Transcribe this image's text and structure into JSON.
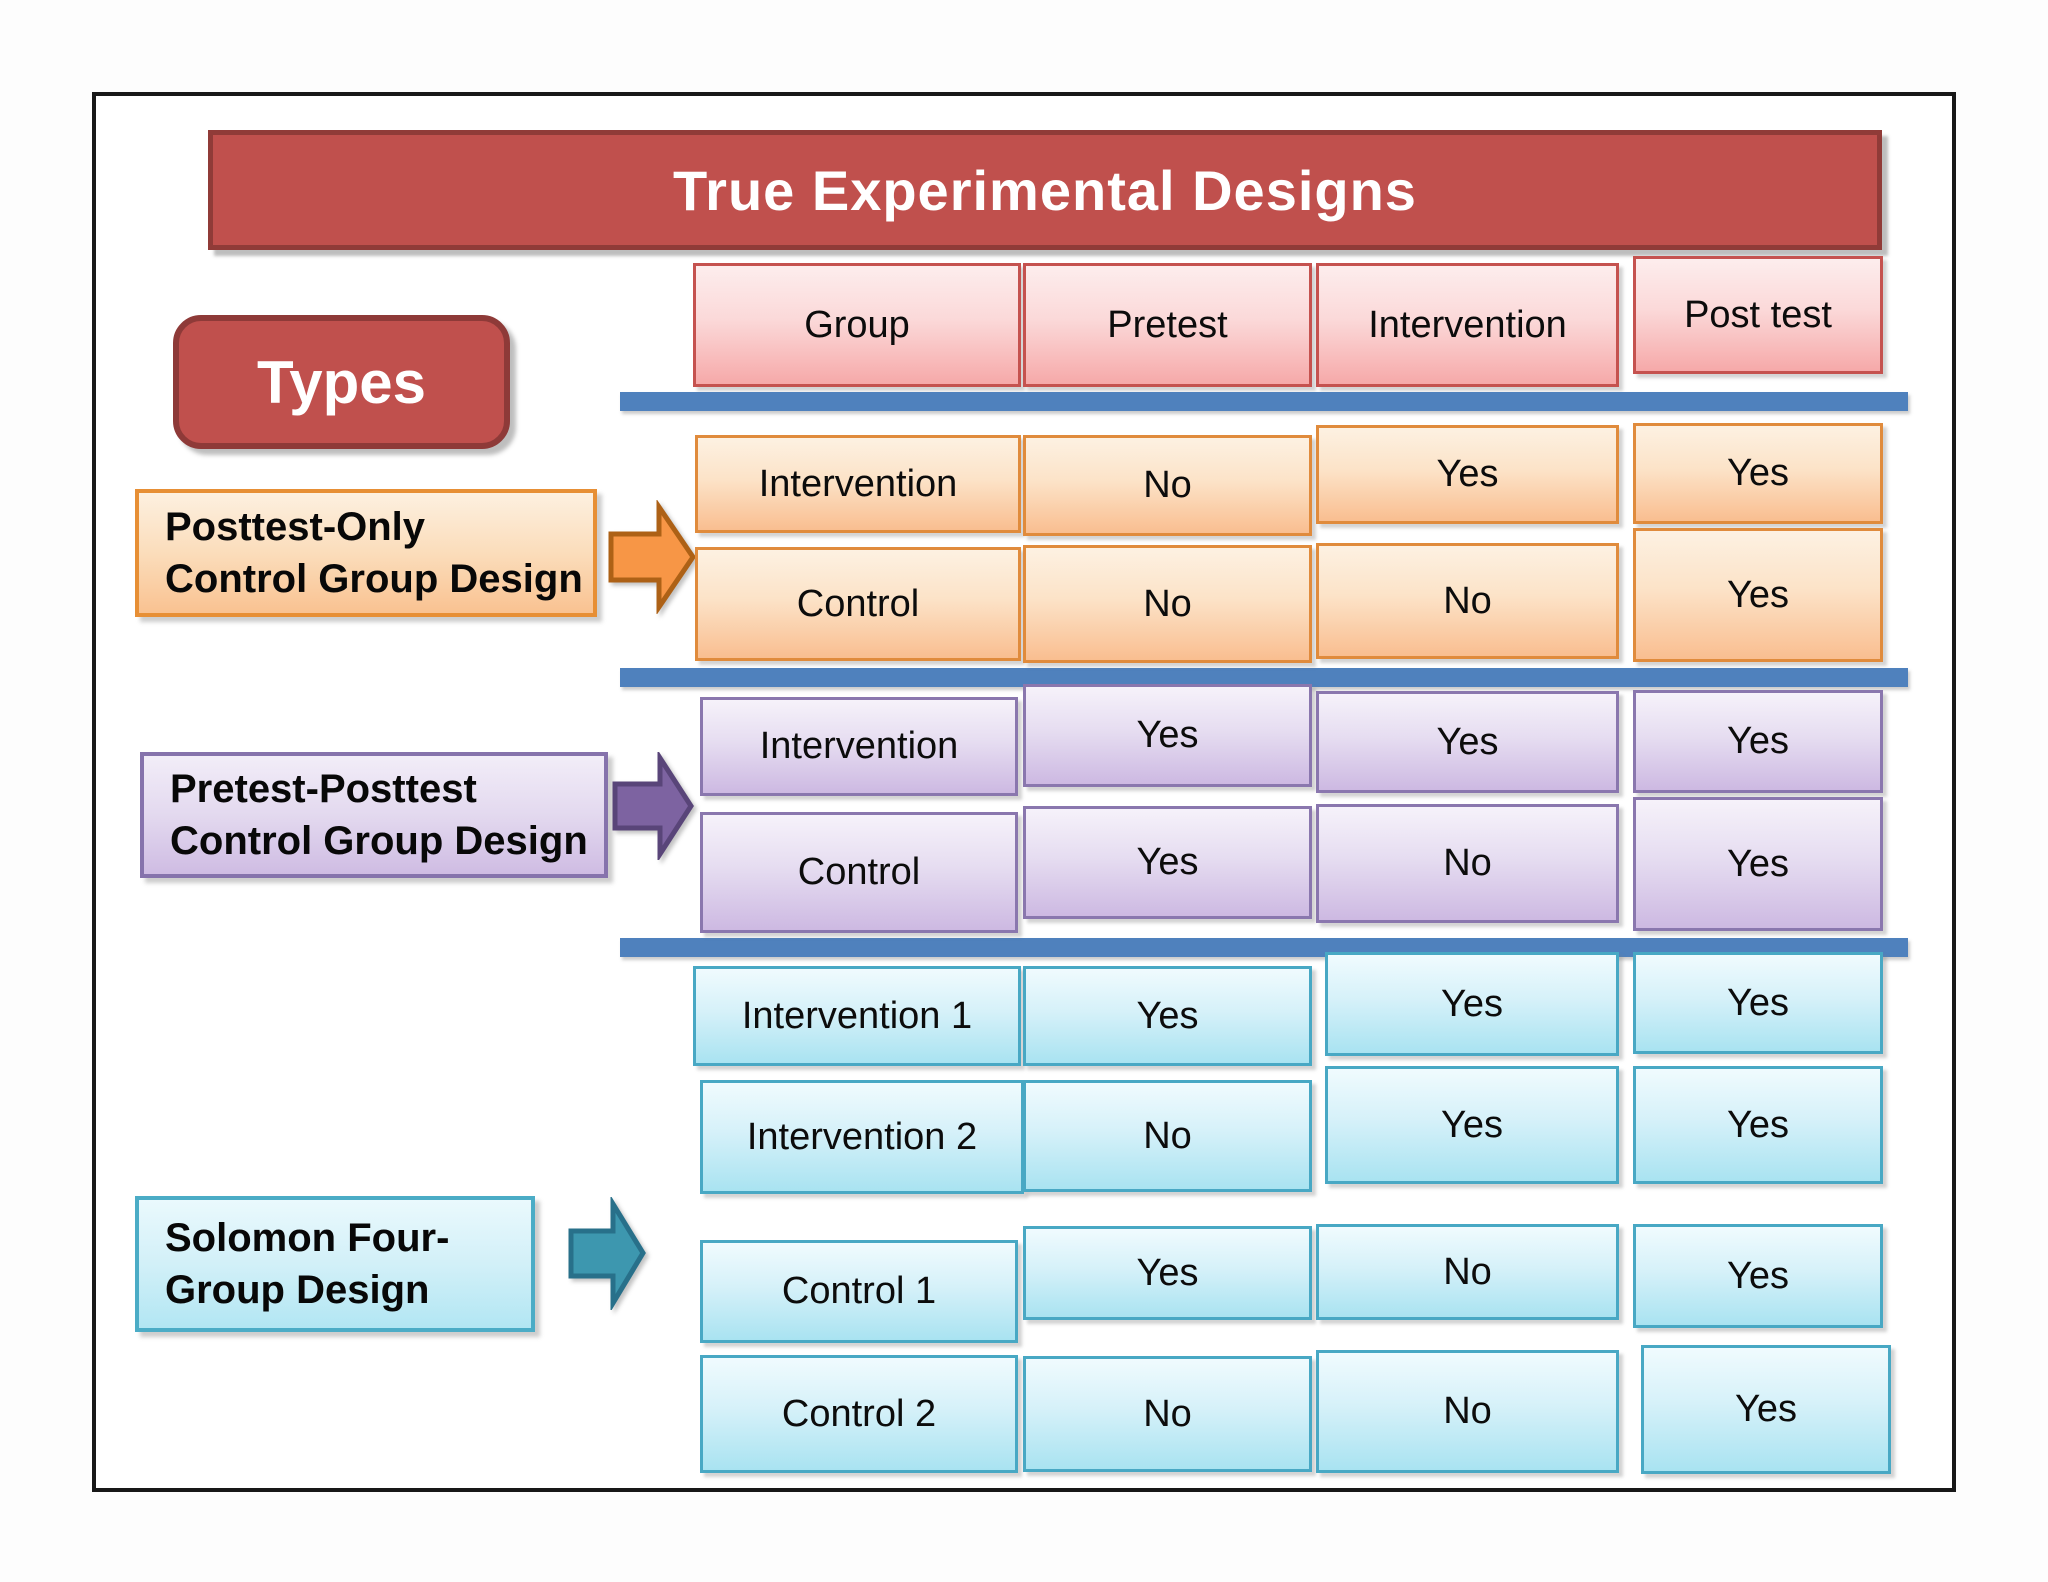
{
  "title": "True Experimental Designs",
  "types_label": "Types",
  "columns": [
    "Group",
    "Pretest",
    "Intervention",
    "Post test"
  ],
  "sections": [
    {
      "name": "Posttest-Only Control Group Design",
      "label_line1": "Posttest-Only",
      "label_line2": "Control Group Design",
      "theme_color": "#F79646",
      "rows": [
        [
          "Intervention",
          "No",
          "Yes",
          "Yes"
        ],
        [
          "Control",
          "No",
          "No",
          "Yes"
        ]
      ]
    },
    {
      "name": "Pretest-Posttest Control Group Design",
      "label_line1": "Pretest-Posttest",
      "label_line2": "Control Group Design",
      "theme_color": "#8064A2",
      "rows": [
        [
          "Intervention",
          "Yes",
          "Yes",
          "Yes"
        ],
        [
          "Control",
          "Yes",
          "No",
          "Yes"
        ]
      ]
    },
    {
      "name": "Solomon Four-Group Design",
      "label_line1": "Solomon Four-",
      "label_line2": "Group Design",
      "theme_color": "#31849B",
      "rows": [
        [
          "Intervention 1",
          "Yes",
          "Yes",
          "Yes"
        ],
        [
          "Intervention 2",
          "No",
          "Yes",
          "Yes"
        ],
        [
          "Control 1",
          "Yes",
          "No",
          "Yes"
        ],
        [
          "Control 2",
          "No",
          "No",
          "Yes"
        ]
      ]
    }
  ],
  "colors": {
    "title_fill": "#C0504D",
    "title_border": "#903B38",
    "divider_blue": "#4F81BD",
    "header_pink": "#F6A9A9",
    "orange_border": "#E08B3C",
    "purple_border": "#8A77AE",
    "cyan_border": "#48A8C4"
  }
}
